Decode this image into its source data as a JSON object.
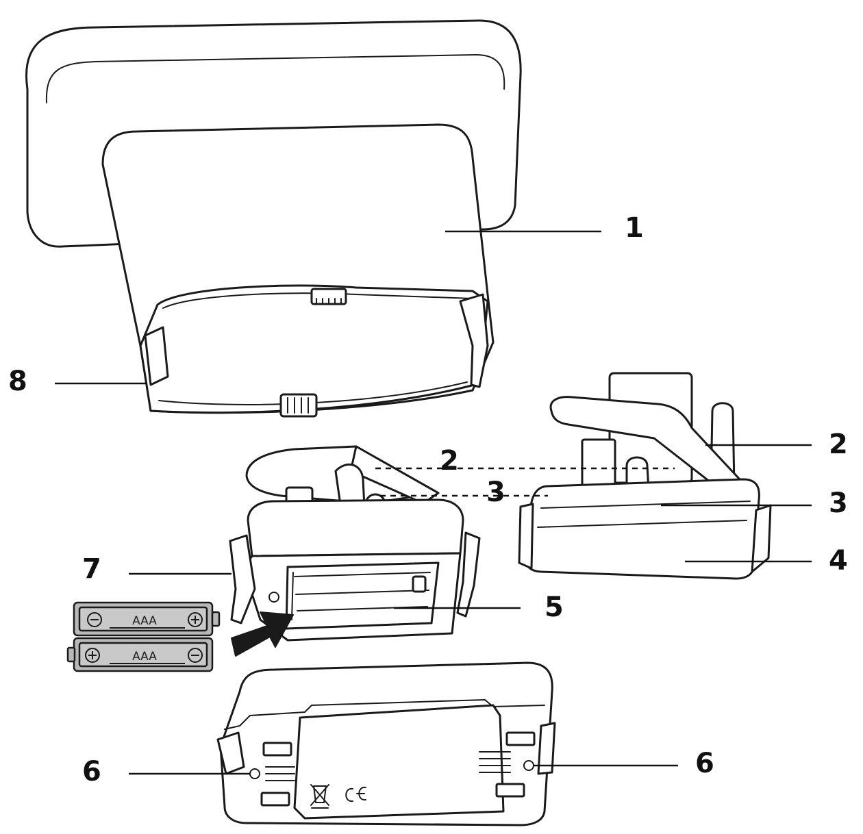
{
  "callouts": {
    "housing": "1",
    "lid_left": "2",
    "lid_right": "2",
    "hinge_left": "3",
    "hinge_right": "3",
    "module_base": "4",
    "battery_compartment": "5",
    "mount_hole_left": "6",
    "mount_hole_right": "6",
    "side_clip": "7",
    "housing_clip": "8"
  },
  "batteries": [
    {
      "type": "AAA"
    },
    {
      "type": "AAA"
    }
  ],
  "icons": {
    "insert_arrow": "right-arrow-icon",
    "polarity_plus": "plus-circle-icon",
    "polarity_minus": "minus-circle-icon",
    "recycle_mark": "crossed-bin-icon",
    "ce_mark": "ce-mark-icon"
  }
}
